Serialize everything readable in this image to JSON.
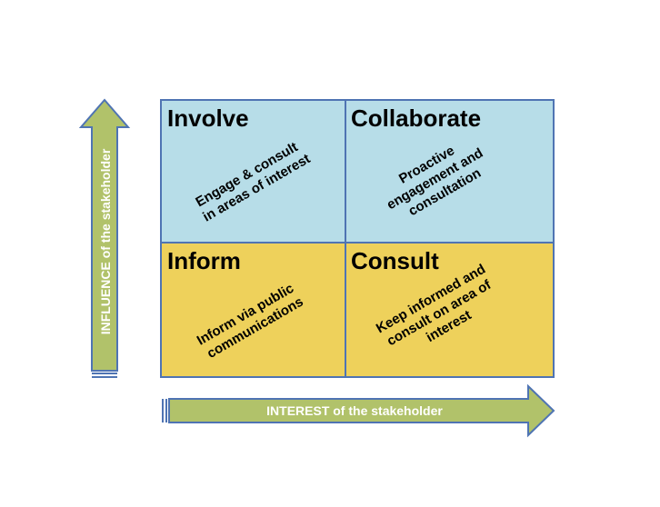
{
  "colors": {
    "top_fill": "#b7dde8",
    "bottom_fill": "#eed15b",
    "grid_border": "#4f74b3",
    "arrow_fill": "#b1c26a",
    "arrow_border": "#4f74b3"
  },
  "quadrants": {
    "involve": {
      "title": "Involve",
      "lines": [
        "Engage & consult",
        "in areas of interest"
      ]
    },
    "collaborate": {
      "title": "Collaborate",
      "lines": [
        "Proactive",
        "engagement and",
        "consultation"
      ]
    },
    "inform": {
      "title": "Inform",
      "lines": [
        "Inform via public",
        "communications"
      ]
    },
    "consult": {
      "title": "Consult",
      "lines": [
        "Keep informed and",
        "consult on area of",
        "interest"
      ]
    }
  },
  "axes": {
    "x_label": "INTEREST of the stakeholder",
    "y_label": "INFLUENCE of the stakeholder"
  }
}
